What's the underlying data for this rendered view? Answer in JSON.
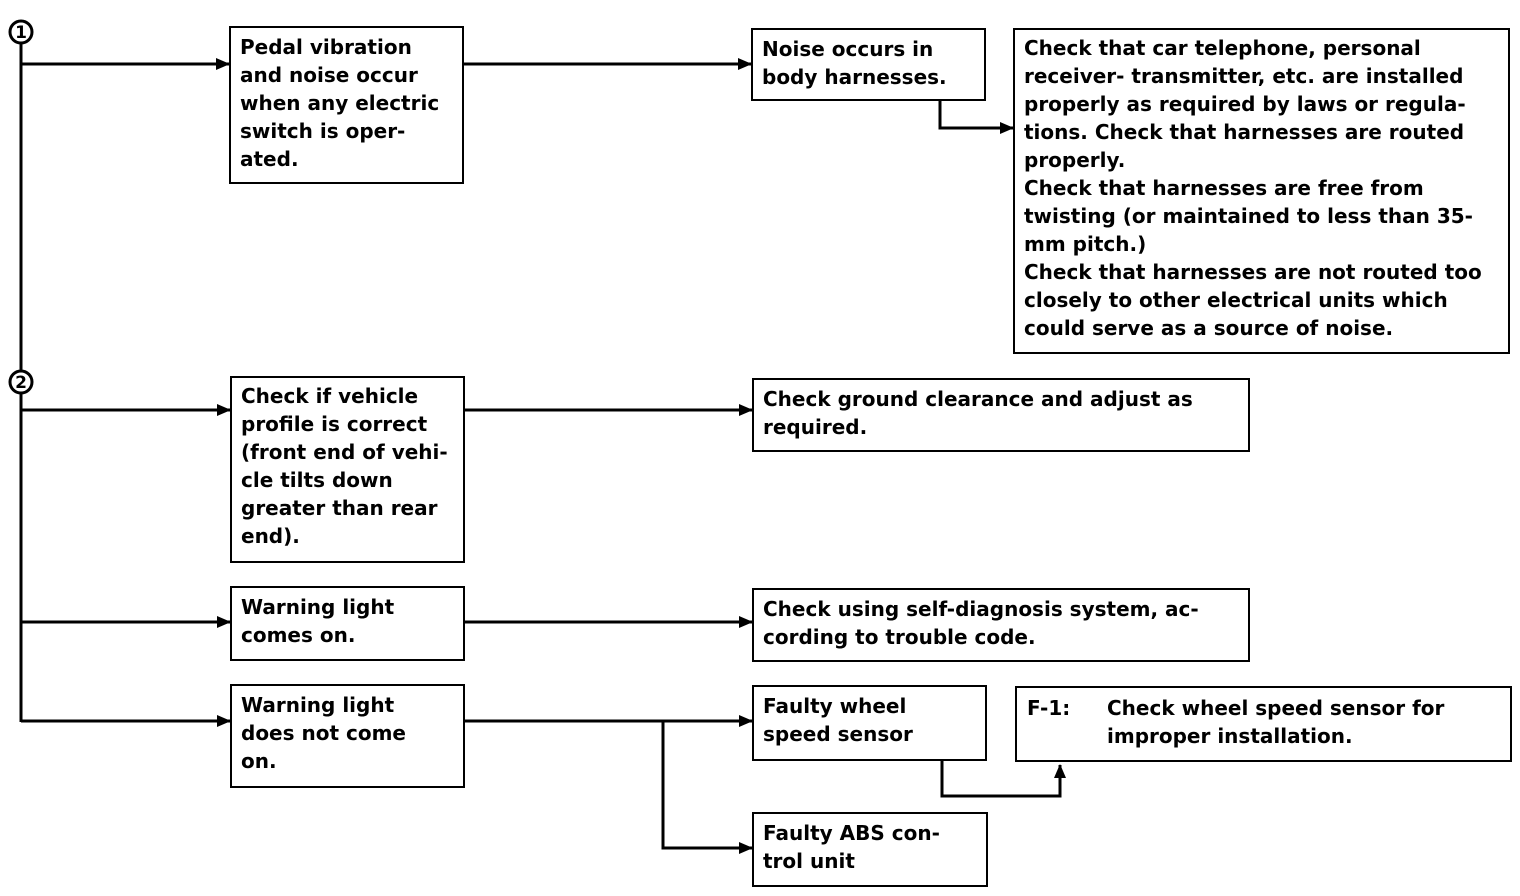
{
  "markers": [
    "1",
    "2"
  ],
  "boxes": {
    "pedal_vibration": "Pedal vibration\nand noise occur\nwhen any electric\nswitch is oper-\nated.",
    "noise_body_harness": "Noise occurs in\nbody harnesses.",
    "check_telephone": "Check that car telephone, personal\nreceiver- transmitter, etc. are installed\nproperly as required by laws or regula-\ntions. Check that harnesses are routed\nproperly.\nCheck that harnesses are free from\ntwisting (or maintained to less than 35-\nmm pitch.)\nCheck that harnesses are not routed too\nclosely to other electrical units which\ncould serve as a source of noise.",
    "vehicle_profile": "Check if vehicle\nprofile is correct\n(front end of vehi-\ncle tilts down\ngreater than rear\nend).",
    "ground_clearance": "Check ground clearance and adjust as\nrequired.",
    "warning_on": "Warning light\ncomes on.",
    "self_diagnosis": "Check using self-diagnosis system, ac-\ncording to trouble code.",
    "warning_off": "Warning light\ndoes not come\non.",
    "faulty_sensor": "Faulty wheel\nspeed sensor",
    "f1_code": "F-1:",
    "f1_text": "Check wheel speed sensor for\nimproper installation.",
    "faulty_abs": "Faulty ABS con-\ntrol unit"
  }
}
